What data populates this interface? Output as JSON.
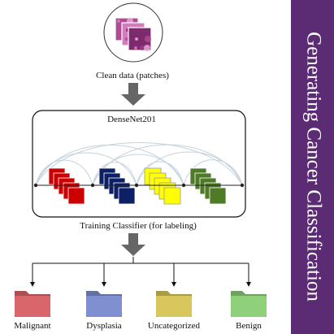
{
  "diagram": {
    "input_label": "Clean data (patches)",
    "model_label": "DenseNet201",
    "classifier_label": "Training Classifier (for labeling)",
    "side_title": "Generating Cancer Classification",
    "classes": [
      {
        "label": "Malignant",
        "color": "#d9666b"
      },
      {
        "label": "Dysplasia",
        "color": "#7f8fd0"
      },
      {
        "label": "Uncategorized",
        "color": "#d7c75c"
      },
      {
        "label": "Benign",
        "color": "#8fd07a"
      }
    ],
    "dense_blocks": [
      {
        "color": "#cc0000"
      },
      {
        "color": "#0d2066"
      },
      {
        "color": "#ffff00"
      },
      {
        "color": "#4f7a28"
      }
    ],
    "colors": {
      "side_bar": "#5b2c73",
      "arrow": "#666666",
      "connections": "#c5d2dc",
      "tissue": [
        "#b04a93",
        "#d27cbd",
        "#7d2a6e",
        "#e6a8d6",
        "#9a3c86"
      ]
    },
    "icons": {
      "input": "tissue-patch-stack-icon",
      "flow": "down-arrow-icon",
      "class": "folder-icon"
    }
  }
}
